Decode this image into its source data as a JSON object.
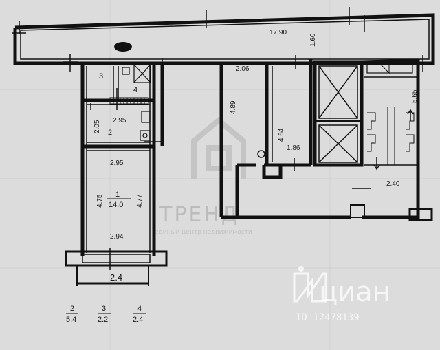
{
  "plan": {
    "corridor": {
      "length": "17.90",
      "width": "1.60"
    },
    "hall_width": "2.06",
    "rooms": [
      {
        "number": "3"
      },
      {
        "number": "4"
      },
      {
        "number": "2",
        "width": "2.95",
        "depth": "2.05"
      },
      {
        "number": "1",
        "area": "14.0",
        "width_top": "2.95",
        "width_bottom": "2.94",
        "depth_left": "4.75",
        "depth_right": "4.77"
      }
    ],
    "shaft_height": "4.89",
    "stair_room": {
      "height": "4.64",
      "width": "1.86"
    },
    "stairs": {
      "height": "5.65",
      "width": "2.40"
    },
    "balcony_width": "2.4"
  },
  "legend": [
    {
      "room": "2",
      "area": "5.4"
    },
    {
      "room": "3",
      "area": "2.2"
    },
    {
      "room": "4",
      "area": "2.4"
    }
  ],
  "watermark": {
    "agency": "ТРЕНД",
    "agency_sub": "единый центр недвижимости",
    "brand": "циан",
    "listing_id": "ID 12478139"
  }
}
